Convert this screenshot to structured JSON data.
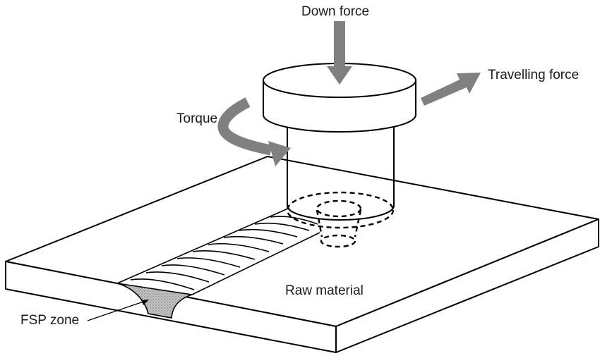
{
  "title": "Friction stir processing schematic",
  "labels": {
    "down_force": "Down force",
    "travelling_force": "Travelling  force",
    "torque": "Torque",
    "raw_material": "Raw material",
    "fsp_zone": "FSP zone"
  },
  "colors": {
    "line": "#000000",
    "arrow": "#808080",
    "plate": "#ffffff",
    "fsp_fill": "#bdbdbd"
  },
  "icons": {
    "down_arrow": "down-arrow-icon",
    "travel_arrow": "diagonal-arrow-icon",
    "torque_arrow": "curved-arrow-icon"
  }
}
